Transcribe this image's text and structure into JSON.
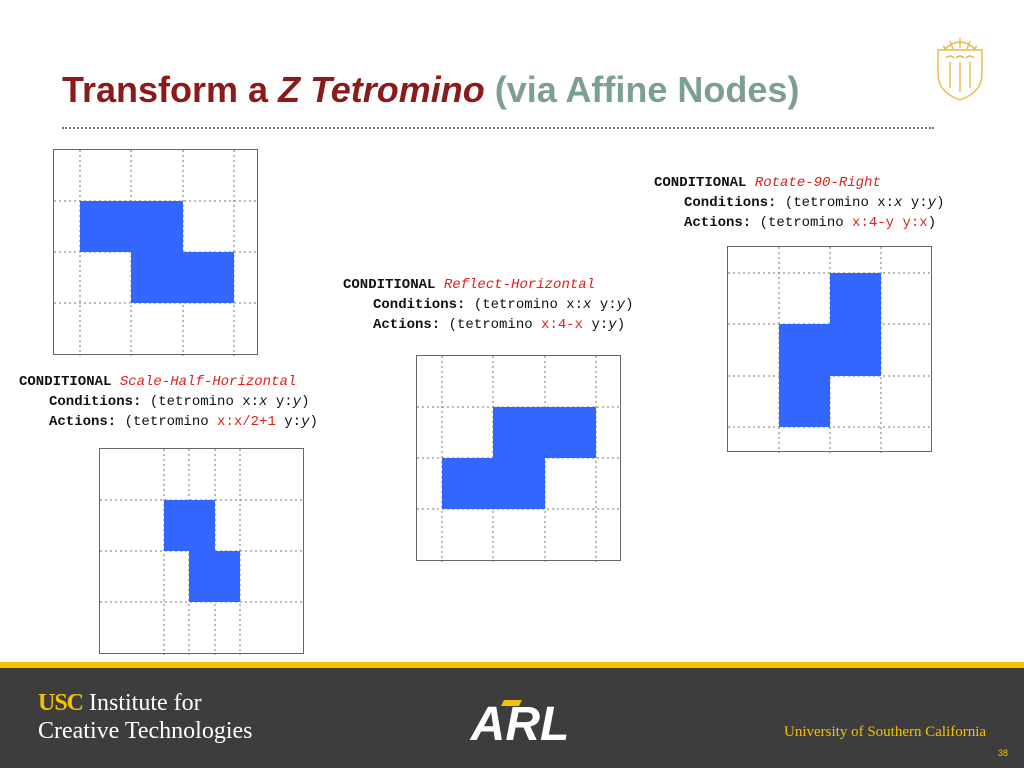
{
  "title": {
    "part1": "Transform a ",
    "part2": "Z Tetromino",
    "part3": " (via Affine Nodes)"
  },
  "conditionals": {
    "scale": {
      "keyword": "CONDITIONAL",
      "name": "Scale-Half-Horizontal",
      "conditions_label": "Conditions:",
      "conditions_pre": "(tetromino x:",
      "conditions_x": "x",
      "conditions_mid": " y:",
      "conditions_y": "y",
      "conditions_post": ")",
      "actions_label": "Actions:",
      "actions_pre": "(tetromino ",
      "actions_x": "x:x/2+1",
      "actions_mid": " y:",
      "actions_y": "y",
      "actions_post": ")"
    },
    "reflect": {
      "keyword": "CONDITIONAL",
      "name": "Reflect-Horizontal",
      "conditions_label": "Conditions:",
      "conditions_pre": "(tetromino x:",
      "conditions_x": "x",
      "conditions_mid": " y:",
      "conditions_y": "y",
      "conditions_post": ")",
      "actions_label": "Actions:",
      "actions_pre": "(tetromino ",
      "actions_x": "x:4-x",
      "actions_mid": " y:",
      "actions_y": "y",
      "actions_post": ")"
    },
    "rotate": {
      "keyword": "CONDITIONAL",
      "name": "Rotate-90-Right",
      "conditions_label": "Conditions:",
      "conditions_pre": "(tetromino x:",
      "conditions_x": "x",
      "conditions_mid": " y:",
      "conditions_y": "y",
      "conditions_post": ")",
      "actions_label": "Actions:",
      "actions_pre": "(tetromino ",
      "actions_x": "x:4-y",
      "actions_mid": " ",
      "actions_y": "y:x",
      "actions_post": ")"
    }
  },
  "footer": {
    "usc": "USC",
    "ict_line1": " Institute for",
    "ict_line2": "Creative Technologies",
    "arl": "ARL",
    "university": "University of Southern California",
    "page_number": "38"
  },
  "colors": {
    "title_red": "#8b1a1a",
    "title_gray": "#7d9e96",
    "block_blue": "#3366ff",
    "code_red": "#e0201b",
    "footer_bg": "#3d3d3d",
    "gold": "#f2c400"
  }
}
